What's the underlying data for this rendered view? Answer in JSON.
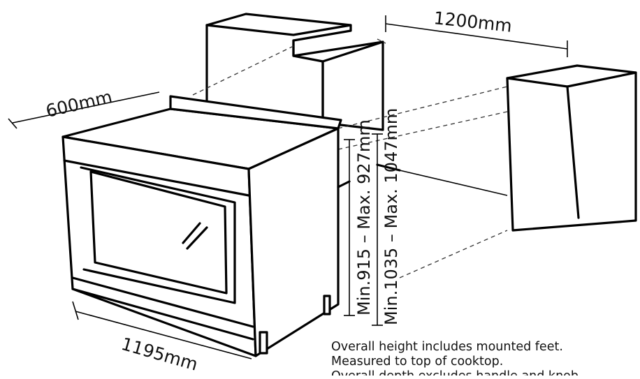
{
  "dimensions": {
    "width_top": "1200mm",
    "depth": "600mm",
    "width_bottom": "1195mm",
    "height_min_max": "Min.915 – Max. 927mm",
    "height_min_max_total": "Min.1035 – Max. 1047mm"
  },
  "notes": [
    "Overall height includes mounted feet.",
    "Measured to top of cooktop.",
    "Overall depth excludes handle and knob"
  ],
  "colors": {
    "line": "#000000",
    "dashed": "#333333",
    "background": "#ffffff"
  }
}
